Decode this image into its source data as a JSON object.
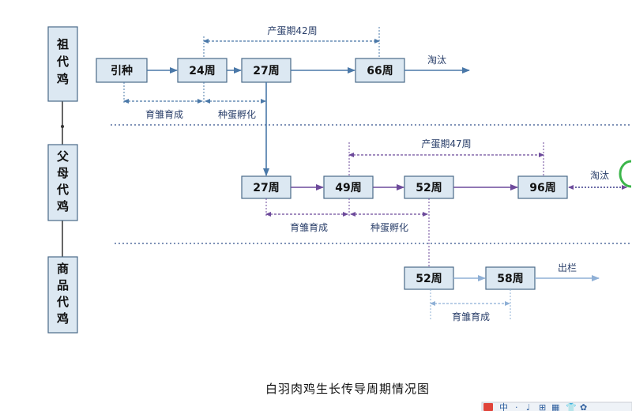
{
  "generations": {
    "grandparent": [
      "祖",
      "代",
      "鸡"
    ],
    "parent": [
      "父",
      "母",
      "代",
      "鸡"
    ],
    "commercial": [
      "商",
      "品",
      "代",
      "鸡"
    ]
  },
  "row1": {
    "stages": [
      "引种",
      "24周",
      "27周",
      "66周"
    ],
    "exit_label": "淘汰",
    "laying_label": "产蛋期42周",
    "brood_label": "育雏育成",
    "hatch_label": "种蛋孵化"
  },
  "row2": {
    "stages": [
      "27周",
      "49周",
      "52周",
      "96周"
    ],
    "exit_label": "淘汰",
    "laying_label": "产蛋期47周",
    "brood_label": "育雏育成",
    "hatch_label": "种蛋孵化"
  },
  "row3": {
    "stages": [
      "52周",
      "58周"
    ],
    "exit_label": "出栏",
    "brood_label": "育雏育成"
  },
  "caption": "白羽肉鸡生长传导周期情况图",
  "ime_bar": [
    "中",
    "·",
    "♩",
    "⊞",
    "▦",
    "👕",
    "✿"
  ],
  "colors": {
    "gen_fill": "#dce8f2",
    "row1_arrow": "#4a78a8",
    "row2_arrow": "#6d4a9b",
    "row3_arrow": "#8fb0d6",
    "divider": "#33508c"
  }
}
